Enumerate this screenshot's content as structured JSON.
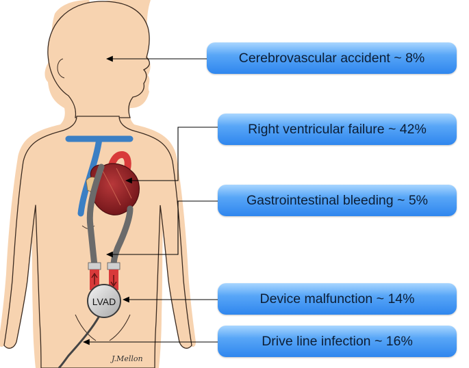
{
  "complications": {
    "cerebrovascular_accident": "Cerebrovascular accident ~ 8%",
    "right_ventricular_failure": "Right ventricular failure ~ 42%",
    "gastrointestinal_bleeding": "Gastrointestinal bleeding ~ 5%",
    "device_malfunction": "Device malfunction ~ 14%",
    "drive_line_infection": "Drive line infection ~ 16%"
  },
  "device_label": "LVAD",
  "signature": "J.Mellon",
  "colors": {
    "skin": "#f7d3b0",
    "outline": "#3a2a20",
    "vein": "#3b7fc4",
    "artery": "#d83a3a",
    "heart": "#8b1e22",
    "label_box": "#3a8ef0"
  }
}
